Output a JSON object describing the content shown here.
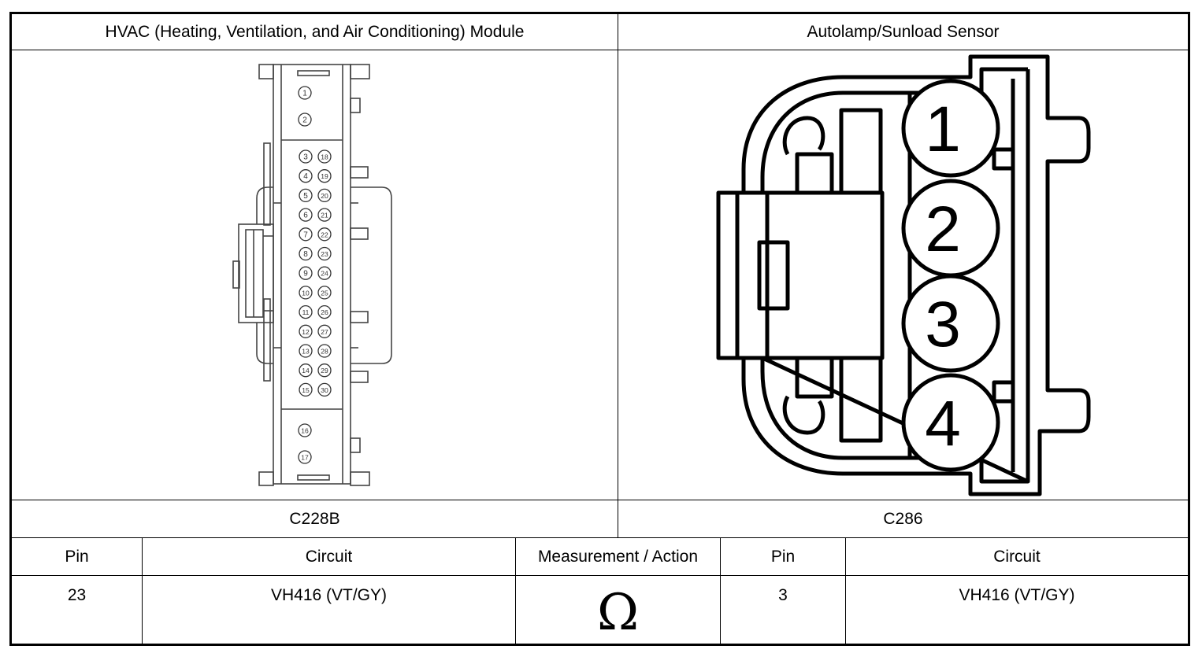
{
  "left_connector": {
    "title": "HVAC (Heating, Ventilation, and Air Conditioning) Module",
    "name": "C228B",
    "pins_top": [
      "1",
      "2"
    ],
    "pins_left": [
      "3",
      "4",
      "5",
      "6",
      "7",
      "8",
      "9",
      "10",
      "11",
      "12",
      "13",
      "14",
      "15"
    ],
    "pins_right": [
      "18",
      "19",
      "20",
      "21",
      "22",
      "23",
      "24",
      "25",
      "26",
      "27",
      "28",
      "29",
      "30"
    ],
    "pins_bottom": [
      "16",
      "17"
    ]
  },
  "right_connector": {
    "title": "Autolamp/Sunload Sensor",
    "name": "C286",
    "pins": [
      "1",
      "2",
      "3",
      "4"
    ]
  },
  "table": {
    "headers": {
      "pin_left": "Pin",
      "circuit_left": "Circuit",
      "measurement": "Measurement / Action",
      "pin_right": "Pin",
      "circuit_right": "Circuit"
    },
    "row": {
      "pin_left": "23",
      "circuit_left": "VH416 (VT/GY)",
      "measurement_symbol": "Ω",
      "pin_right": "3",
      "circuit_right": "VH416 (VT/GY)"
    }
  }
}
